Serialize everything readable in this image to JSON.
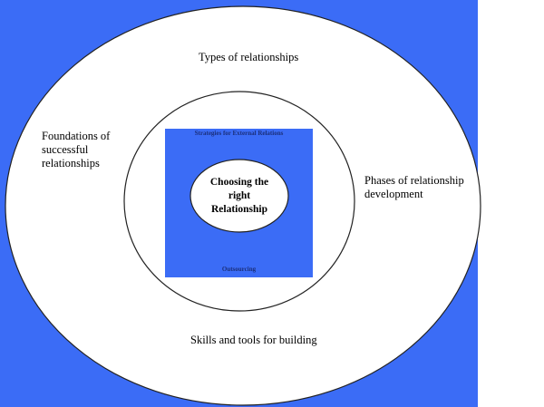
{
  "diagram": {
    "outer_ring": {
      "top": "Types of relationships",
      "left": "Foundations of successful relationships",
      "right": "Phases of relationship development",
      "bottom": "Skills and tools for building"
    },
    "square": {
      "top": "Strategies for External Relations",
      "bottom": "Outsourcing"
    },
    "center": "Choosing the right Relationship"
  },
  "colors": {
    "background_blue": "#3b6cf6",
    "ellipse_fill": "#ffffff",
    "stroke": "#222222"
  }
}
